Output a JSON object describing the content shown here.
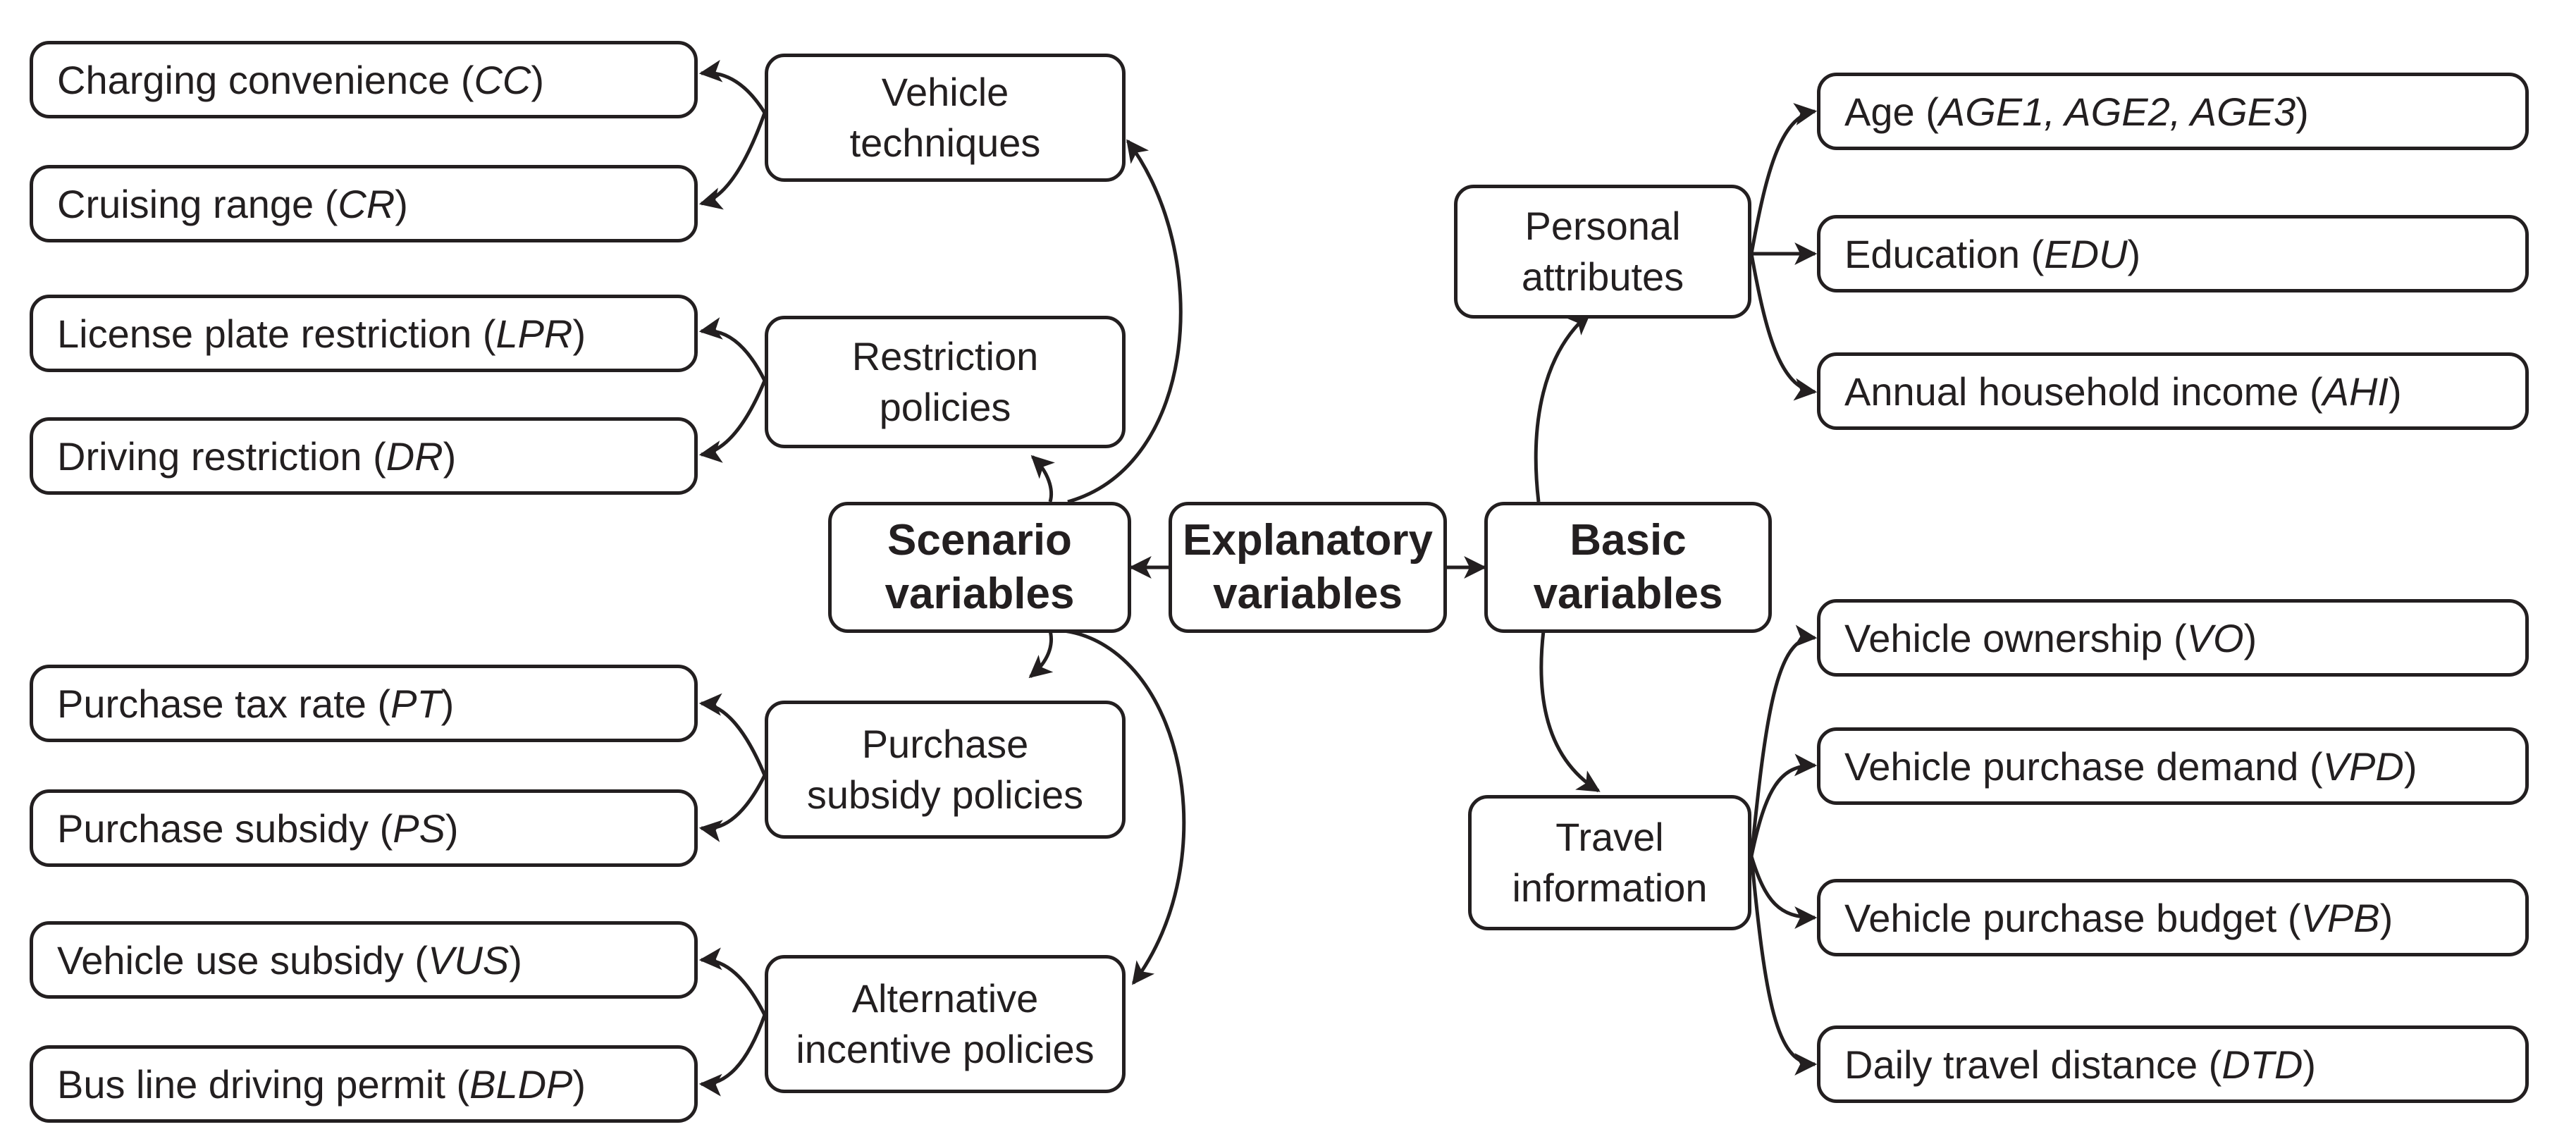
{
  "center": {
    "line1": "Explanatory",
    "line2": "variables"
  },
  "scenario": {
    "title": {
      "line1": "Scenario",
      "line2": "variables"
    },
    "groups": [
      {
        "line1": "Vehicle",
        "line2": "techniques",
        "items": [
          {
            "label": "Charging convenience (",
            "abbr": "CC",
            "end": ")"
          },
          {
            "label": "Cruising range (",
            "abbr": "CR",
            "end": ")"
          }
        ]
      },
      {
        "line1": "Restriction",
        "line2": "policies",
        "items": [
          {
            "label": "License plate restriction (",
            "abbr": "LPR",
            "end": ")"
          },
          {
            "label": "Driving restriction (",
            "abbr": "DR",
            "end": ")"
          }
        ]
      },
      {
        "line1": "Purchase",
        "line2": "subsidy policies",
        "items": [
          {
            "label": "Purchase tax rate (",
            "abbr": "PT",
            "end": ")"
          },
          {
            "label": "Purchase subsidy (",
            "abbr": "PS",
            "end": ")"
          }
        ]
      },
      {
        "line1": "Alternative",
        "line2": "incentive policies",
        "items": [
          {
            "label": "Vehicle use subsidy (",
            "abbr": "VUS",
            "end": ")"
          },
          {
            "label": "Bus line driving permit (",
            "abbr": "BLDP",
            "end": ")"
          }
        ]
      }
    ]
  },
  "basic": {
    "title": {
      "line1": "Basic",
      "line2": "variables"
    },
    "groups": [
      {
        "line1": "Personal",
        "line2": "attributes",
        "items": [
          {
            "label": "Age (",
            "abbr": "AGE1, AGE2, AGE3",
            "end": ")"
          },
          {
            "label": "Education (",
            "abbr": "EDU",
            "end": ")"
          },
          {
            "label": "Annual household income (",
            "abbr": "AHI",
            "end": ")"
          }
        ]
      },
      {
        "line1": "Travel",
        "line2": "information",
        "items": [
          {
            "label": "Vehicle ownership (",
            "abbr": "VO",
            "end": ")"
          },
          {
            "label": "Vehicle purchase demand (",
            "abbr": "VPD",
            "end": ")"
          },
          {
            "label": "Vehicle purchase budget (",
            "abbr": "VPB",
            "end": ")"
          },
          {
            "label": "Daily travel distance (",
            "abbr": "DTD",
            "end": ")"
          }
        ]
      }
    ]
  }
}
